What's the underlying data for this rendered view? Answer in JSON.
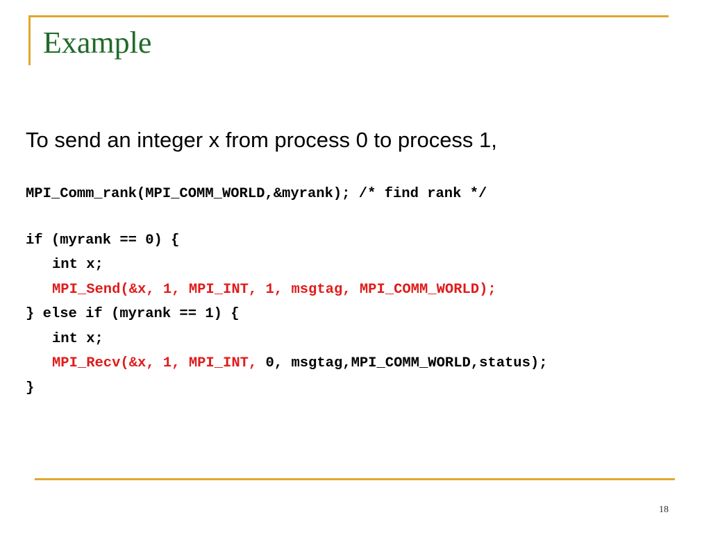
{
  "slide": {
    "title": "Example",
    "intro": "To send an integer x from process 0 to process 1,",
    "code": {
      "line1": "MPI_Comm_rank(MPI_COMM_WORLD,&myrank); /* find rank */",
      "line2": "if (myrank == 0) {",
      "line3": "int x;",
      "line4": "MPI_Send(&x, 1, MPI_INT, 1, msgtag, MPI_COMM_WORLD);",
      "line5": "} else if (myrank == 1) {",
      "line6": "int x;",
      "line7_red": "MPI_Recv(&x, 1, MPI_INT,",
      "line7_rest": " 0, msgtag,MPI_COMM_WORLD,status);",
      "line8": "}"
    },
    "page_number": "18"
  },
  "colors": {
    "accent_line": "#e0a72e",
    "title": "#1f6b2a",
    "highlight_code": "#e01b1b",
    "text": "#000000"
  }
}
